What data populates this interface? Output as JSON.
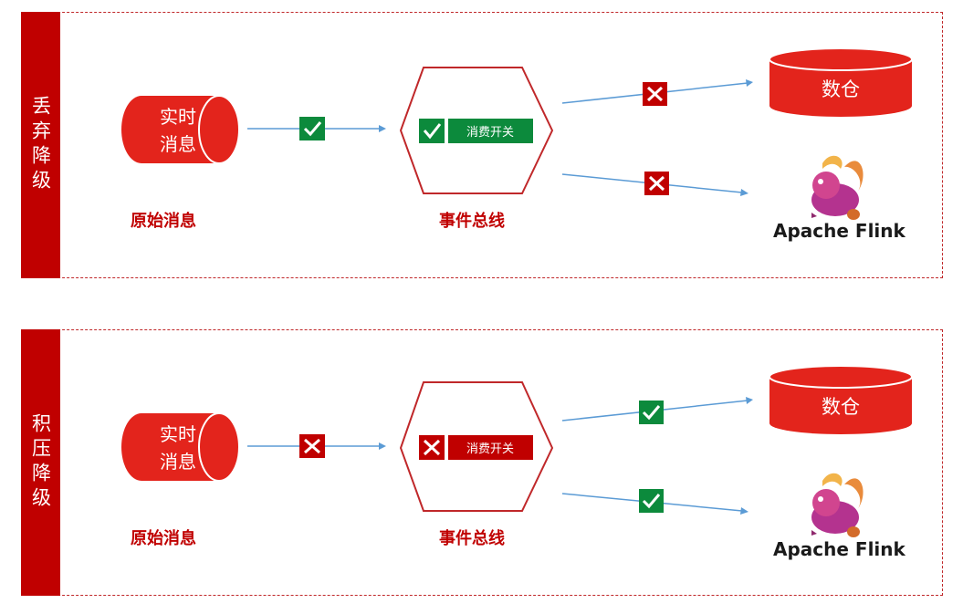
{
  "panels": [
    {
      "title": "丢弃降级",
      "source_line1": "实时",
      "source_line2": "消息",
      "source_caption": "原始消息",
      "bus_switch_label": "消费开关",
      "bus_caption": "事件总线",
      "warehouse_label": "数仓",
      "flink_label": "Apache Flink",
      "source_to_bus": "check",
      "bus_switch": "check",
      "bus_to_warehouse": "cross",
      "bus_to_flink": "cross"
    },
    {
      "title": "积压降级",
      "source_line1": "实时",
      "source_line2": "消息",
      "source_caption": "原始消息",
      "bus_switch_label": "消费开关",
      "bus_caption": "事件总线",
      "warehouse_label": "数仓",
      "flink_label": "Apache Flink",
      "source_to_bus": "cross",
      "bus_switch": "cross",
      "bus_to_warehouse": "check",
      "bus_to_flink": "check"
    }
  ],
  "colors": {
    "red": "#e3241c",
    "dark_red": "#c00000",
    "green": "#0c8a3c",
    "arrow": "#5b9bd5"
  }
}
